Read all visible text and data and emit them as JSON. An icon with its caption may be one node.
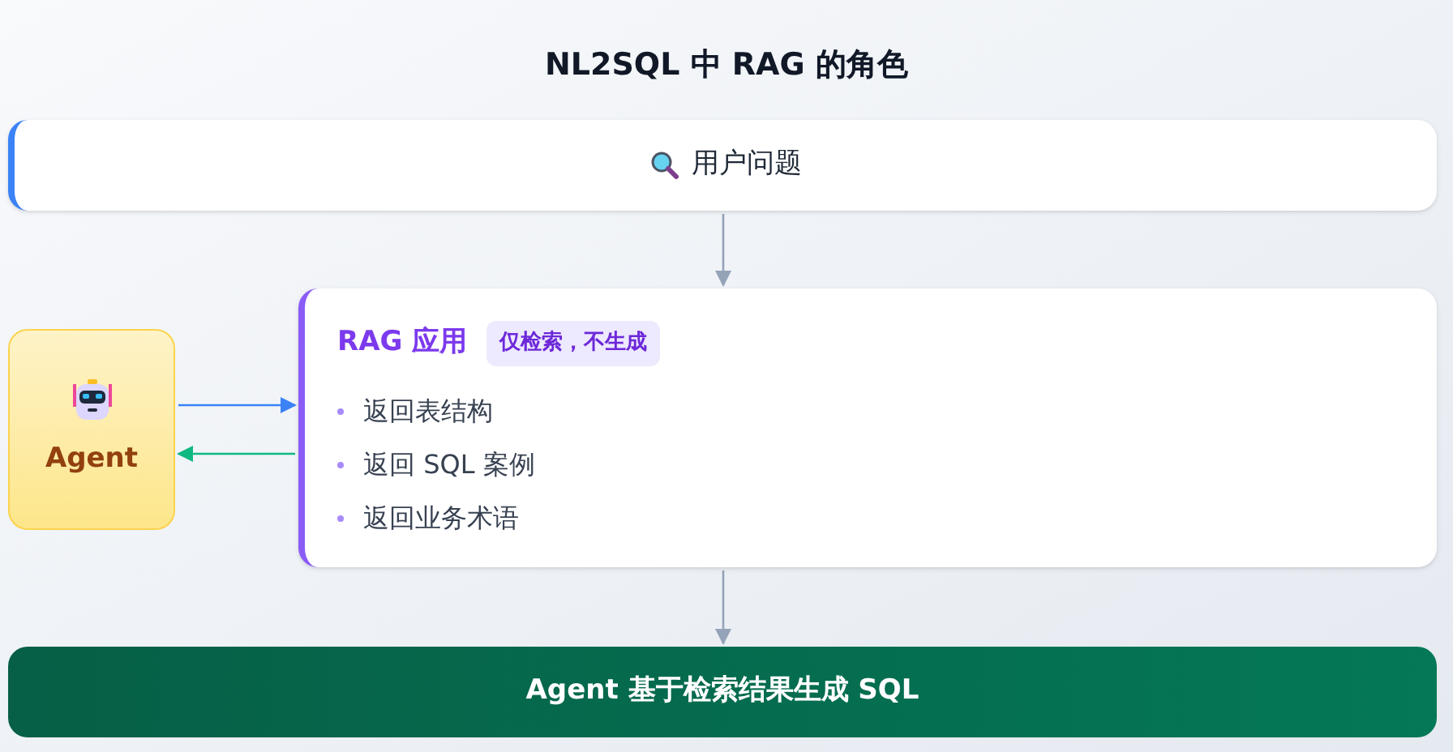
{
  "diagram": {
    "title": "NL2SQL 中 RAG 的角色",
    "nodes": [
      {
        "text": [
          "用户问题"
        ]
      },
      {
        "text": [
          "Agent"
        ]
      },
      {
        "text": [
          "RAG 应用",
          "仅检索，不生成",
          "返回表结构",
          "返回 SQL 案例",
          "返回业务术语"
        ]
      },
      {
        "text": [
          "Agent 基于检索结果生成 SQL"
        ]
      }
    ],
    "edges": [
      {
        "from": 0,
        "to": 2,
        "arrow": "to"
      },
      {
        "from": 1,
        "to": 2,
        "arrow": "to",
        "color": "#3b82f6"
      },
      {
        "from": 2,
        "to": 1,
        "arrow": "to",
        "color": "#10b981"
      },
      {
        "from": 2,
        "to": 3,
        "arrow": "to"
      }
    ]
  }
}
